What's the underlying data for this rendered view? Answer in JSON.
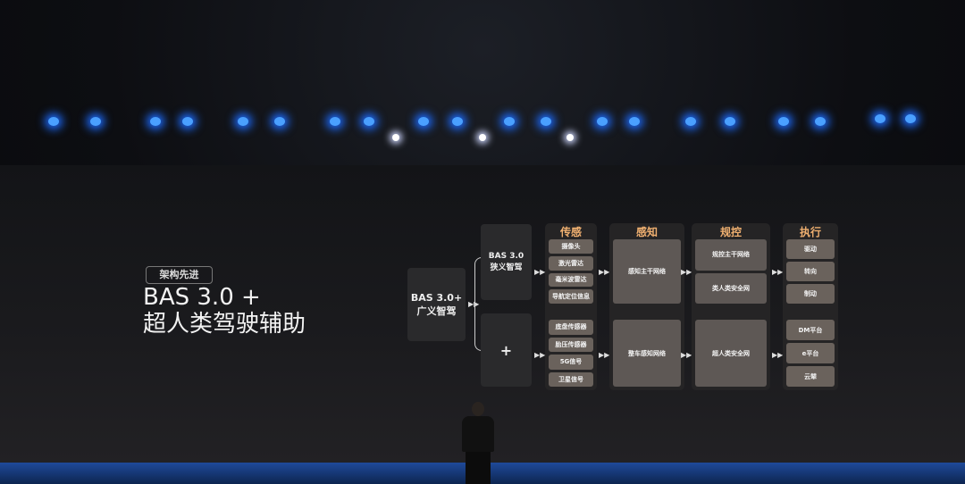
{
  "slide": {
    "tag": "架构先进",
    "title_line1": "BAS 3.0 +",
    "title_line2": "超人类驾驶辅助",
    "root_box": {
      "line1": "BAS 3.0+",
      "line2": "广义智驾"
    },
    "narrow_box": {
      "line1": "BAS 3.0",
      "line2": "狭义智驾"
    },
    "plus_box": "+",
    "columns": [
      {
        "title": "传感",
        "top": [
          "摄像头",
          "激光雷达",
          "毫米波雷达",
          "导航定位信息"
        ],
        "bottom": [
          "底盘传感器",
          "胎压传感器",
          "5G信号",
          "卫星信号"
        ]
      },
      {
        "title": "感知",
        "top": [
          "感知主干网络"
        ],
        "bottom": [
          "整车感知网络"
        ]
      },
      {
        "title": "规控",
        "top": [
          "规控主干网络",
          "类人类安全网"
        ],
        "bottom": [
          "超人类安全网"
        ]
      },
      {
        "title": "执行",
        "top": [
          "驱动",
          "转向",
          "制动"
        ],
        "bottom": [
          "DM平台",
          "e平台",
          "云辇"
        ]
      }
    ],
    "arrow": "▶▶",
    "title_color": "#f0b070"
  }
}
